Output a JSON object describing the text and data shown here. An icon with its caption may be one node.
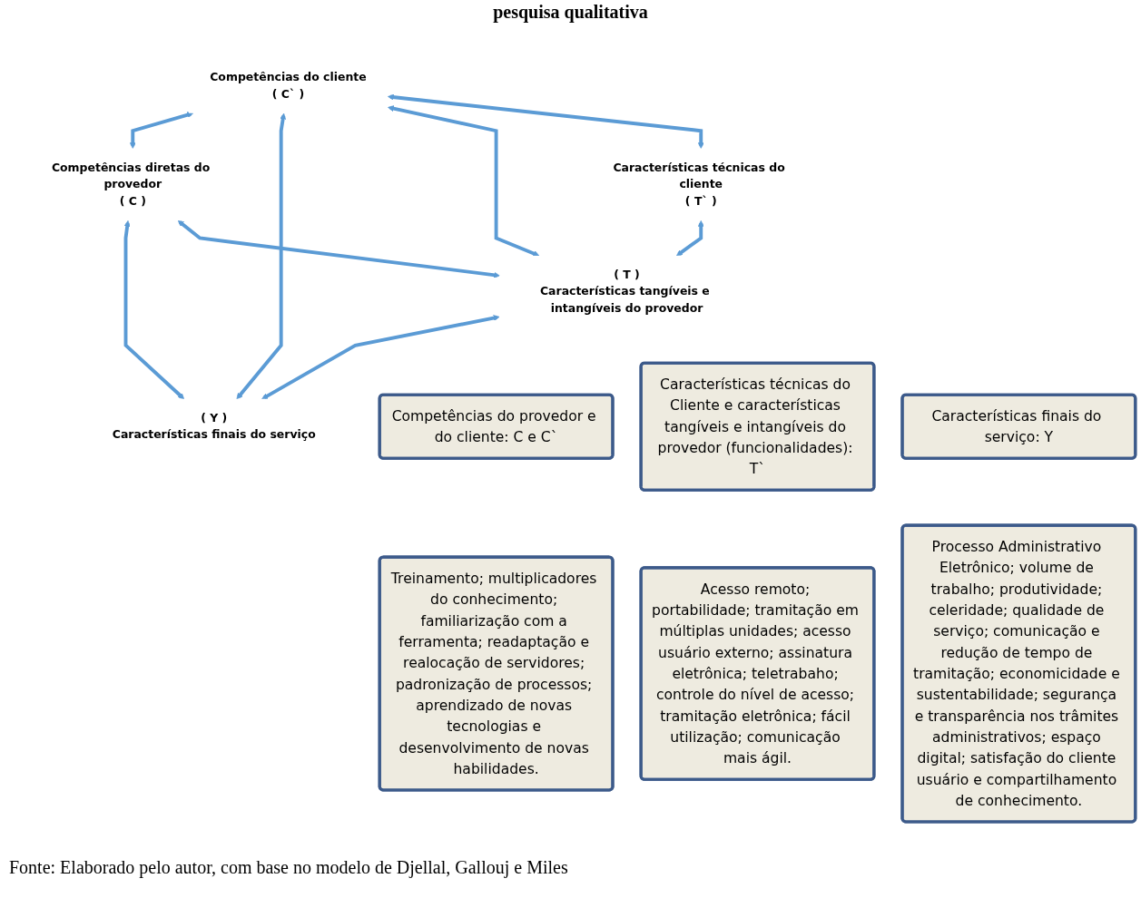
{
  "diagram": {
    "title": "pesquisa qualitativa",
    "caption": "Fonte: Elaborado pelo autor, com base no modelo de Djellal, Gallouj e Miles",
    "nodes": [
      {
        "text": [
          "Competências diretas do provedor",
          "( C )"
        ]
      },
      {
        "text": [
          "Competências do cliente",
          "( C` )"
        ]
      },
      {
        "text": [
          "( Y )",
          "Características finais do serviço"
        ]
      },
      {
        "text": [
          "Características técnicas do cliente",
          "( T` )"
        ]
      },
      {
        "text": [
          "( T )",
          "Características tangíveis e intangíveis do provedor"
        ]
      },
      {
        "text": [
          "Competências do provedor e do cliente: C e C`"
        ]
      },
      {
        "text": [
          "Treinamento; multiplicadores do conhecimento; familiarização com a ferramenta; readaptação e realocação de servidores; padronização de processos; aprendizado de novas tecnologias e desenvolvimento de novas habilidades."
        ]
      },
      {
        "text": [
          "Características técnicas do Cliente e características tangíveis e intangíveis do provedor (funcionalidades): T`"
        ]
      },
      {
        "text": [
          "Acesso remoto; portabilidade; tramitação em múltiplas unidades; acesso usuário externo; assinatura eletrônica; teletrabaho; controle do nível de acesso; tramitação eletrônica; fácil utilização; comunicação mais ágil."
        ]
      },
      {
        "text": [
          "Características finais do serviço: Y"
        ]
      },
      {
        "text": [
          "Processo Administrativo Eletrônico; volume de trabalho; produtividade; celeridade; qualidade de serviço; comunicação e redução de tempo de tramitação; economicidade e sustentabilidade; segurança e transparência nos trâmites administrativos; espaço digital; satisfação do cliente usuário e compartilhamento de conhecimento."
        ]
      }
    ],
    "edges": [
      {
        "from": 1,
        "to": 0,
        "arrow": "both"
      },
      {
        "from": 0,
        "to": 2,
        "arrow": "both"
      },
      {
        "from": 1,
        "to": 2,
        "arrow": "both"
      },
      {
        "from": 1,
        "to": 4,
        "arrow": "both"
      },
      {
        "from": 1,
        "to": 3,
        "arrow": "both"
      },
      {
        "from": 3,
        "to": 4,
        "arrow": "both"
      },
      {
        "from": 0,
        "to": 4,
        "arrow": "both"
      },
      {
        "from": 4,
        "to": 2,
        "arrow": "both"
      }
    ]
  }
}
